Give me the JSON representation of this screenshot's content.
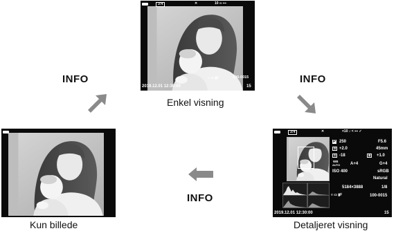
{
  "captions": {
    "simple": "Enkel visning",
    "image_only": "Kun billede",
    "detailed": "Detaljeret visning"
  },
  "info_labels": {
    "top_left": "INFO",
    "top_right": "INFO",
    "bottom_middle": "INFO"
  },
  "simple_view": {
    "mode_badge": "3:4",
    "right_top": "10 ∞ ⊷",
    "datetime": "2019.12.01 12:30:00",
    "file_number": "100-0015",
    "frame_number": "15"
  },
  "detailed_view": {
    "mode_badge": "3:4",
    "right_top": "×10 ♪ < ⊷ ✓",
    "shutter": "250",
    "aperture": "F5.6",
    "exposure_comp": "+2.0",
    "focal_length": "45mm",
    "flash_comp_left": "-18",
    "flash_comp_right": "+1.0",
    "wb_label": "WB",
    "wb_auto": "AUTO",
    "wb_value": "A+4",
    "wb_shift": "G+4",
    "iso": "ISO 400",
    "color_space": "sRGB",
    "picture_mode": "Natural",
    "image_size": "5184×3888",
    "compression": "1/8",
    "file_number": "100-0015",
    "datetime": "2019.12.01  12:30:00",
    "frame_number": "15"
  },
  "colors": {
    "arrow": "#8a8a8a",
    "screen_bg": "#0a0a0a"
  }
}
